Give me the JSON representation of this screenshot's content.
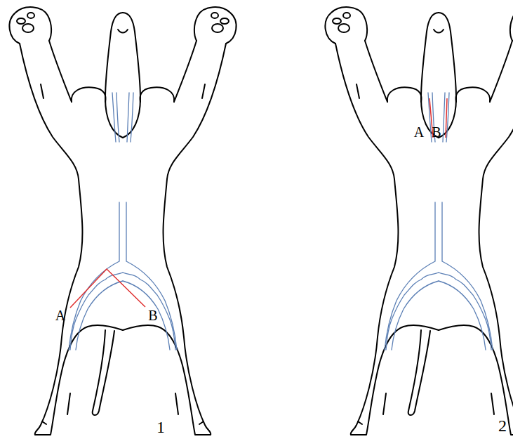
{
  "diagram": {
    "labels": [
      "A",
      "B",
      "1",
      "A",
      "B",
      "2"
    ]
  }
}
